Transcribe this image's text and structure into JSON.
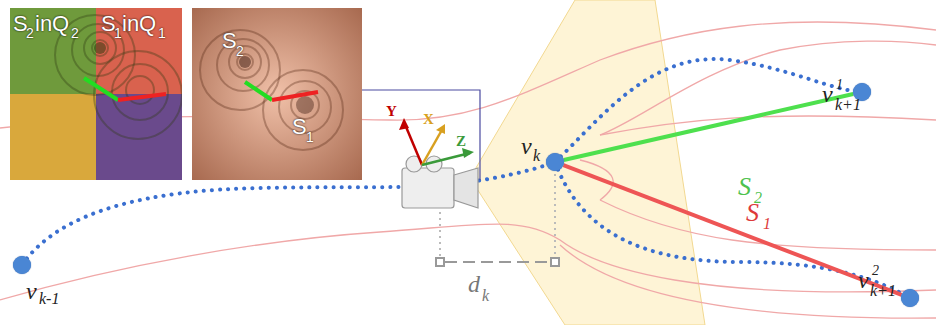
{
  "diagram": {
    "nodes": [
      {
        "text": [
          "v",
          "k-1"
        ]
      },
      {
        "text": [
          "v",
          "k"
        ]
      },
      {
        "text": [
          "v",
          "1",
          "k+1"
        ]
      },
      {
        "text": [
          "v",
          "2",
          "k+1"
        ]
      }
    ],
    "edges": [
      {
        "from": 1,
        "to": 2,
        "arrow": "none"
      },
      {
        "from": 1,
        "to": 3,
        "arrow": "none"
      }
    ],
    "labels": [
      "S",
      "2",
      "inQ",
      "2",
      "S",
      "1",
      "inQ",
      "1",
      "S",
      "2",
      "S",
      "1",
      "S",
      "2",
      "S",
      "1",
      "Y",
      "X",
      "Z",
      "d",
      "k"
    ]
  }
}
